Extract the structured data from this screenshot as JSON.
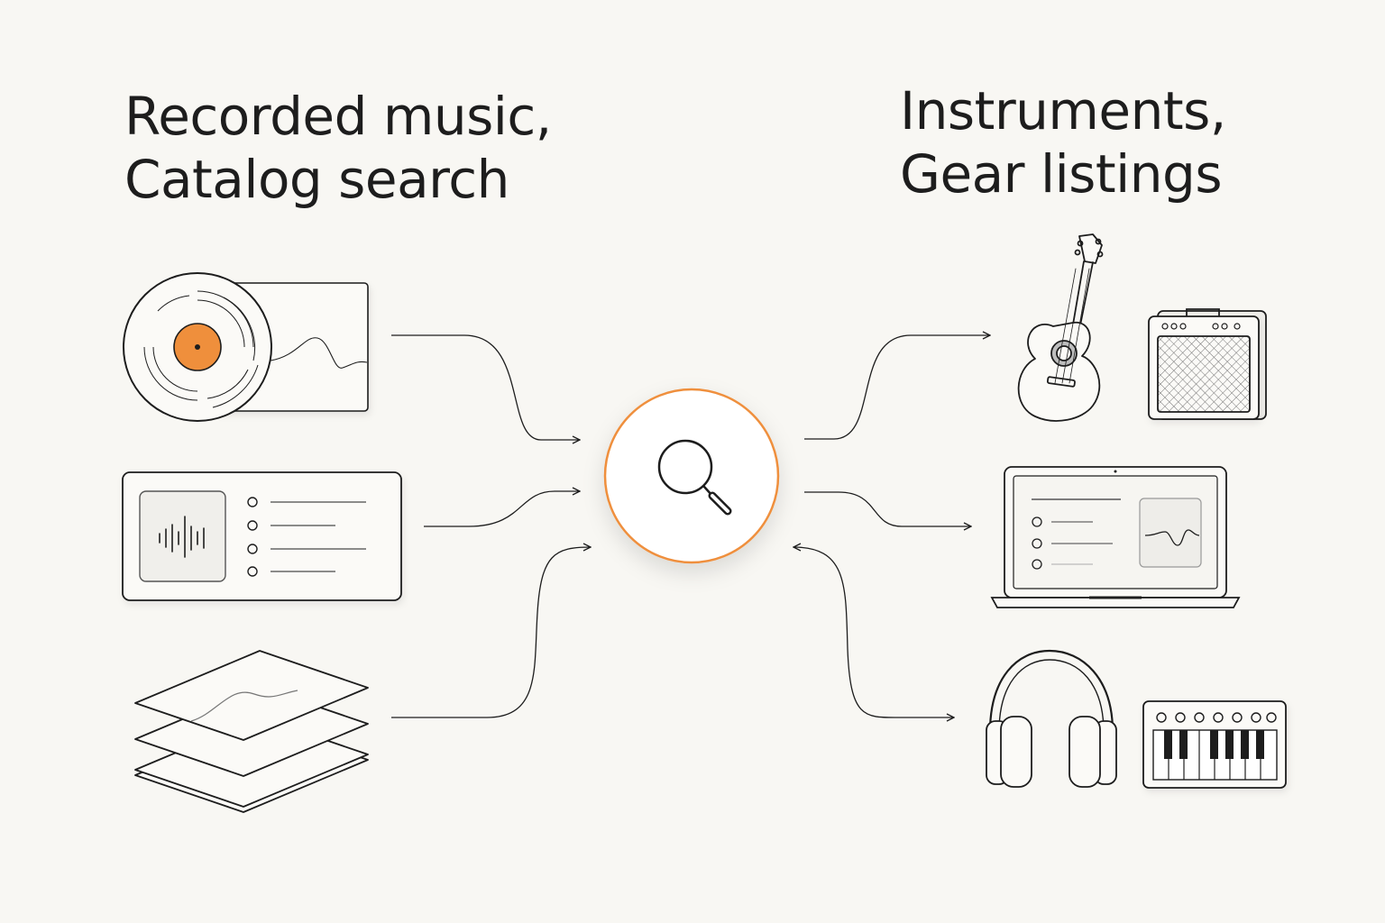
{
  "left_heading": {
    "line1": "Recorded music,",
    "line2": "Catalog search"
  },
  "right_heading": {
    "line1": "Instruments,",
    "line2": "Gear listings"
  },
  "colors": {
    "accent": "#ef8f3c",
    "stroke": "#1d1d1d",
    "background": "#f8f7f3"
  },
  "icons": {
    "left": [
      "vinyl-record-icon",
      "catalog-list-card-icon",
      "stacked-layers-icon"
    ],
    "center": "search-magnifier-icon",
    "right": [
      "acoustic-guitar-icon",
      "guitar-amplifier-icon",
      "laptop-listing-icon",
      "headphones-icon",
      "midi-keyboard-icon"
    ]
  }
}
